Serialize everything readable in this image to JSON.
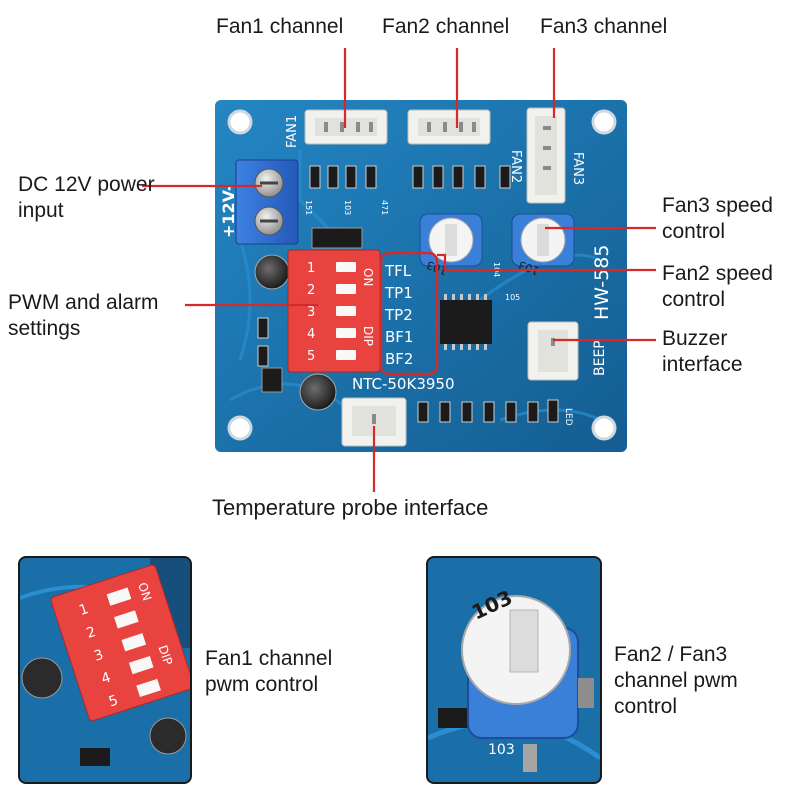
{
  "callouts": {
    "fan1_channel": "Fan1 channel",
    "fan2_channel": "Fan2 channel",
    "fan3_channel": "Fan3 channel",
    "dc_power": "DC 12V power\ninput",
    "fan3_speed": "Fan3 speed\ncontrol",
    "fan2_speed": "Fan2 speed\ncontrol",
    "pwm_alarm": "PWM and alarm\nsettings",
    "buzzer": "Buzzer\ninterface",
    "temp_probe": "Temperature probe interface"
  },
  "board": {
    "model": "HW-585",
    "ntc": "NTC-50K3950",
    "power_marking": "+12V-",
    "fan_headers": [
      "FAN1",
      "FAN2",
      "FAN3"
    ],
    "beep": "BEEP",
    "led": "LED",
    "dip_on": "ON",
    "dip_text": "DIP",
    "dip_numbers": [
      "1",
      "2",
      "3",
      "4",
      "5"
    ],
    "dip_settings": [
      "TFL",
      "TP1",
      "TP2",
      "BF1",
      "BF2"
    ],
    "pot_code": "103",
    "resistor_codes": [
      "151",
      "103",
      "471",
      "104",
      "105"
    ]
  },
  "insets": {
    "left_caption": "Fan1 channel\npwm control",
    "right_caption": "Fan2 / Fan3\nchannel pwm\ncontrol"
  },
  "colors": {
    "pcb": "#1a6fa8",
    "pcb_dark": "#0f4f7d",
    "callout_line": "#d42a2a",
    "dip_switch": "#e8433f",
    "terminal": "#2f6fd6",
    "pot_blue": "#3a7fd8"
  }
}
